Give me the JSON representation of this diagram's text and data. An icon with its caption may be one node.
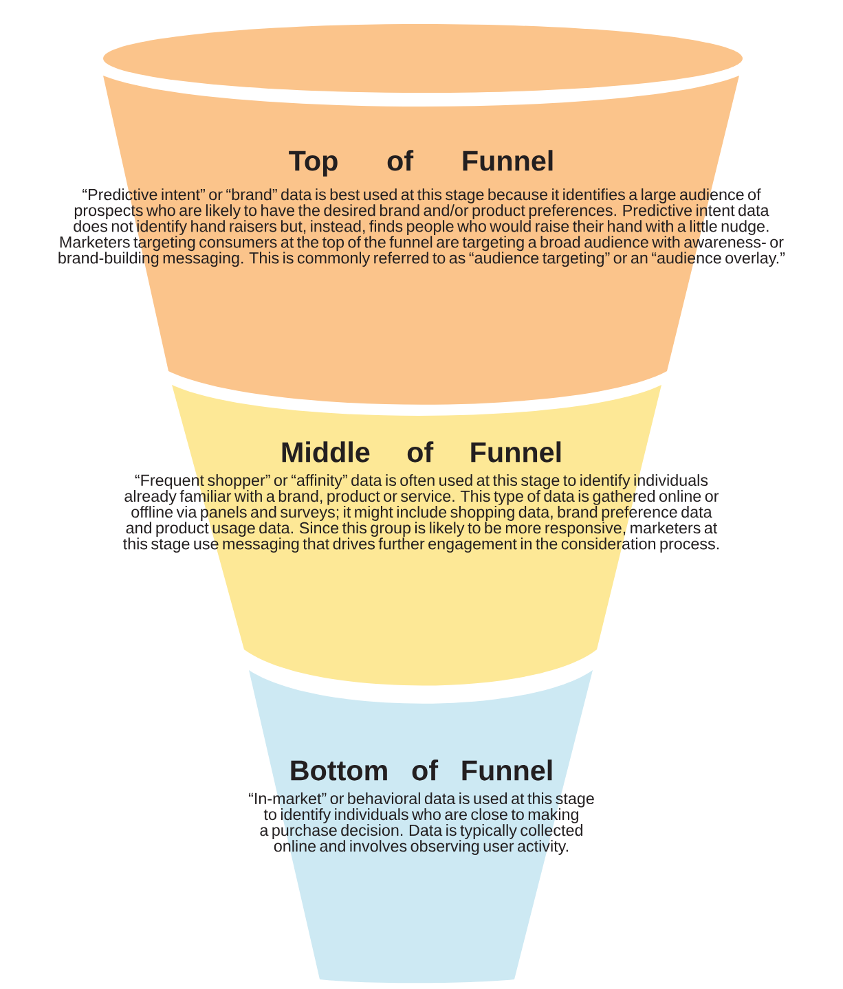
{
  "diagram": {
    "nodes": [
      {
        "text": [
          "Top of Funnel",
          "“Predictive intent” or “brand” data is best used at this stage because it identifies a large audience of prospects who are likely to have the desired brand and/or product preferences. Predictive intent data does not identify hand raisers but, instead, finds people who would raise their hand with a little nudge. Marketers targeting consumers at the top of the funnel are targeting a broad audience with awareness- or brand-building messaging. This is commonly referred to as “audience targeting” or an “audience overlay.”"
        ]
      },
      {
        "text": [
          "Middle of Funnel",
          "“Frequent shopper” or “affinity” data is often used at this stage to identify individuals already familiar with a brand, product or service. This type of data is gathered online or offline via panels and surveys; it might include shopping data, brand preference data and product usage data. Since this group is likely to be more responsive, marketers at this stage use messaging that drives further engagement in the consideration process."
        ]
      },
      {
        "text": [
          "Bottom of Funnel",
          "“In-market” or behavioral data is used at this stage to identify individuals who are close to making a purchase decision. Data is typically collected online and involves observing user activity."
        ]
      }
    ]
  }
}
